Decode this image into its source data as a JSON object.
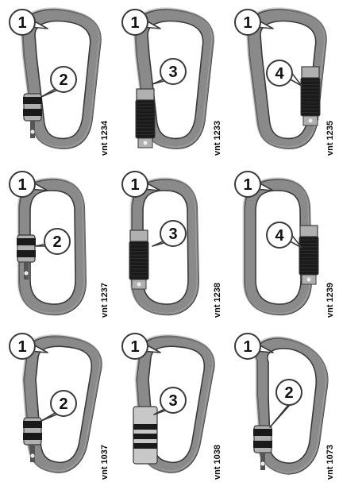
{
  "carabiners": [
    {
      "code": "vnt 1234",
      "callouts": [
        "1",
        "2"
      ],
      "shape": "pear",
      "gate": "twist-short"
    },
    {
      "code": "vnt 1233",
      "callouts": [
        "1",
        "3"
      ],
      "shape": "pear",
      "gate": "long-sleeve"
    },
    {
      "code": "vnt 1235",
      "callouts": [
        "1",
        "4"
      ],
      "shape": "pear",
      "gate": "long-sleeve-right"
    },
    {
      "code": "vnt 1237",
      "callouts": [
        "1",
        "2"
      ],
      "shape": "oval",
      "gate": "twist-short"
    },
    {
      "code": "vnt 1238",
      "callouts": [
        "1",
        "3"
      ],
      "shape": "oval",
      "gate": "long-sleeve"
    },
    {
      "code": "vnt 1239",
      "callouts": [
        "1",
        "4"
      ],
      "shape": "oval",
      "gate": "long-sleeve-right"
    },
    {
      "code": "vnt 1037",
      "callouts": [
        "1",
        "2"
      ],
      "shape": "hms",
      "gate": "twist-short"
    },
    {
      "code": "vnt 1038",
      "callouts": [
        "1",
        "3"
      ],
      "shape": "hms",
      "gate": "triple-lock"
    },
    {
      "code": "vnt 1073",
      "callouts": [
        "1",
        "2"
      ],
      "shape": "tilted",
      "gate": "twist-short"
    }
  ],
  "colors": {
    "body": "#8a8a8a",
    "body_light": "#b0b0b0",
    "body_dark": "#555555",
    "sleeve": "#1a1a1a",
    "sleeve_light": "#c8c8c8",
    "outline": "#3a3a3a",
    "callout_fill": "#ffffff"
  }
}
